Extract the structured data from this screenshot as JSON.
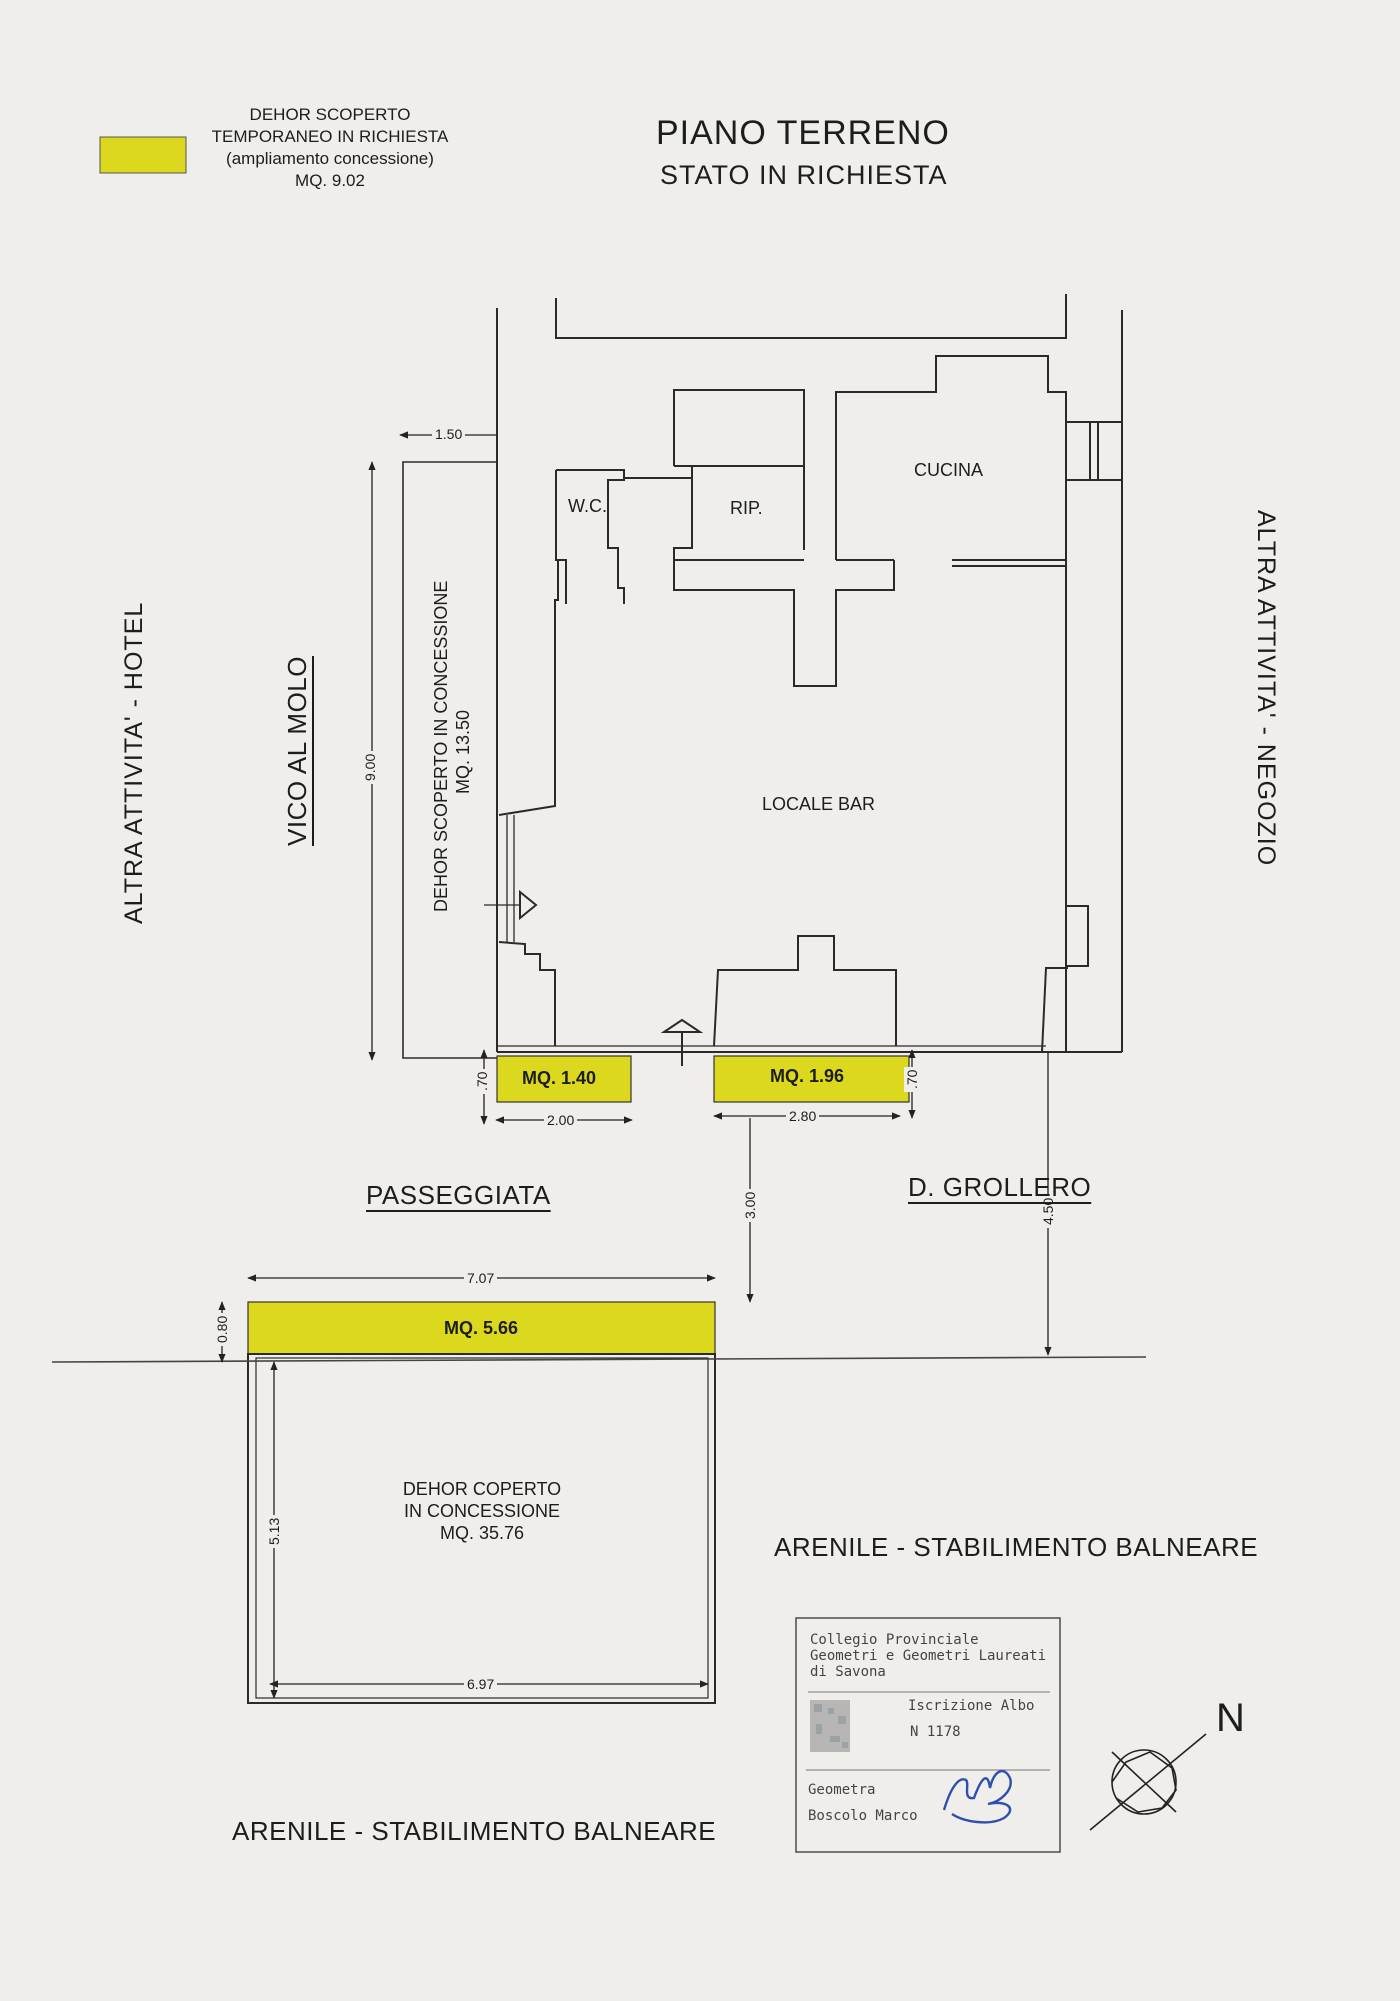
{
  "header": {
    "title": "PIANO TERRENO",
    "subtitle": "STATO IN RICHIESTA"
  },
  "legend": {
    "line1": "DEHOR SCOPERTO",
    "line2": "TEMPORANEO IN RICHIESTA",
    "line3": "(ampliamento concessione)",
    "line4": "MQ. 9.02",
    "swatch_color": "#dcd81e"
  },
  "rooms": {
    "wc": "W.C.",
    "rip": "RIP.",
    "cucina": "CUCINA",
    "locale_bar": "LOCALE BAR"
  },
  "dehor_scoperto": {
    "line1": "DEHOR SCOPERTO IN CONCESSIONE",
    "line2": "MQ. 13.50"
  },
  "dehor_coperto": {
    "line1": "DEHOR COPERTO",
    "line2": "IN CONCESSIONE",
    "line3": "MQ. 35.76"
  },
  "requested_areas": {
    "a1": "MQ. 1.40",
    "a2": "MQ. 1.96",
    "a3": "MQ. 5.66"
  },
  "dimensions": {
    "d150": "1.50",
    "d900": "9.00",
    "d070a": ".70",
    "d070b": ".70",
    "d200": "2.00",
    "d280": "2.80",
    "d300": "3.00",
    "d450": "4.50",
    "d707": "7.07",
    "d080": "0.80",
    "d513": "5.13",
    "d697": "6.97"
  },
  "streets": {
    "vico": "VICO AL MOLO",
    "passeggiata": "PASSEGGIATA",
    "grollero": "D. GROLLERO",
    "arenile_right": "ARENILE - STABILIMENTO BALNEARE",
    "arenile_bottom": "ARENILE - STABILIMENTO BALNEARE"
  },
  "sides": {
    "left": "ALTRA ATTIVITA' - HOTEL",
    "right": "ALTRA ATTIVITA' - NEGOZIO"
  },
  "stamp": {
    "line1": "Collegio Provinciale",
    "line2": "Geometri e Geometri Laureati",
    "line3": "di Savona",
    "iscrizione": "Iscrizione Albo",
    "numero": "N 1178",
    "role": "Geometra",
    "name": "Boscolo Marco"
  },
  "north": "N"
}
